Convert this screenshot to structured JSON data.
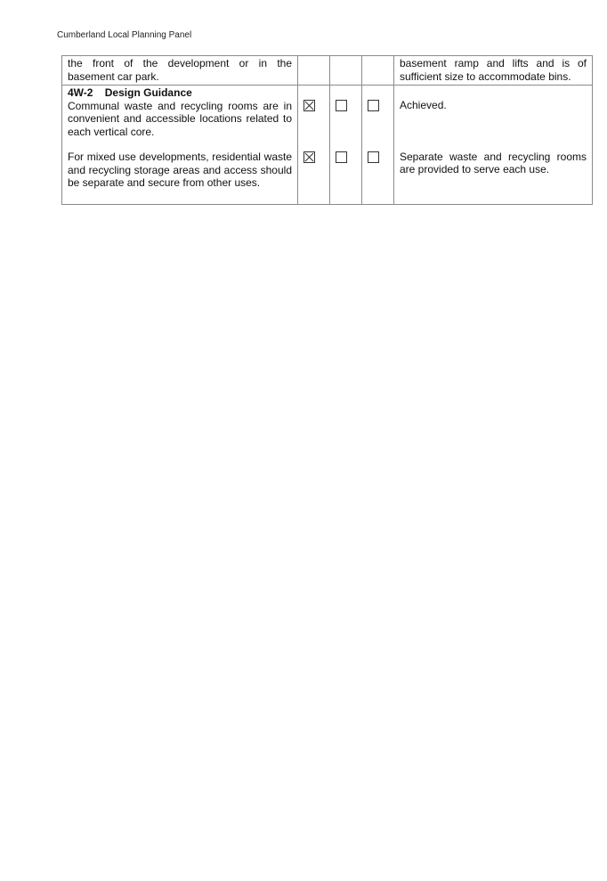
{
  "header": "Cumberland Local Planning Panel",
  "rows": [
    {
      "criteria": "the front of the development or in the basement car park.",
      "comment": "basement ramp and lifts and is of sufficient size to accommodate bins."
    },
    {
      "heading": "4W-2    Design Guidance",
      "items": [
        {
          "criteria": "Communal waste and recycling rooms are in convenient and accessible locations related to each vertical core.",
          "checks": [
            true,
            false,
            false
          ],
          "comment": "Achieved."
        },
        {
          "criteria": "For mixed use developments, residential waste and recycling storage areas and access should be separate and secure from other uses.",
          "checks": [
            true,
            false,
            false
          ],
          "comment": "Separate waste and recycling rooms are provided to serve each use."
        }
      ]
    }
  ]
}
